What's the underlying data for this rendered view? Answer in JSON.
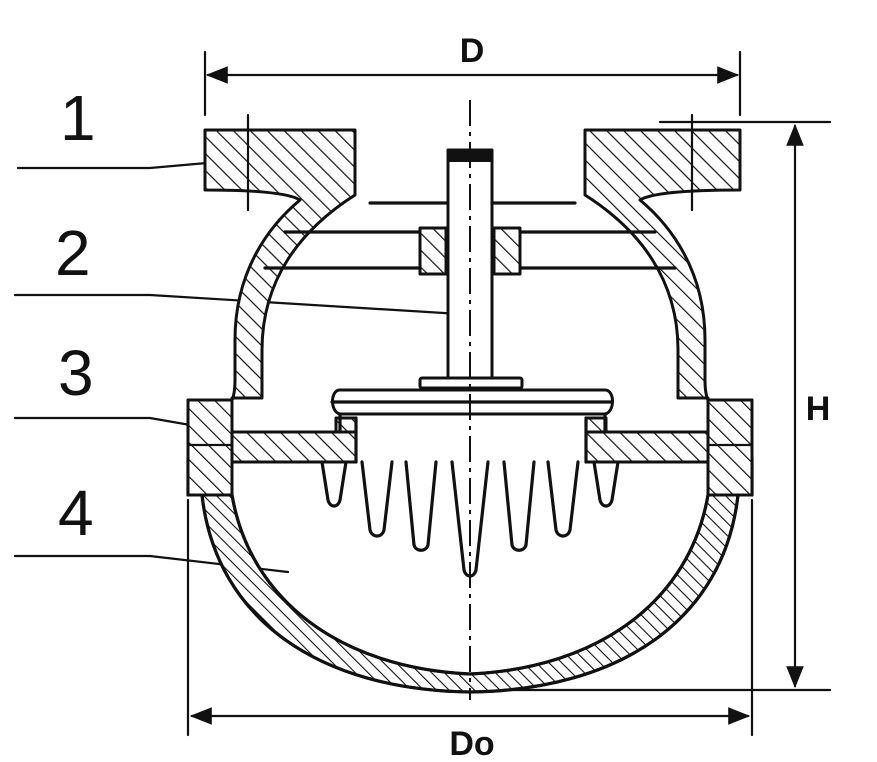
{
  "labels": {
    "dim_D": "D",
    "dim_H": "H",
    "dim_Do": "Do",
    "part_1": "1",
    "part_2": "2",
    "part_3": "3",
    "part_4": "4"
  },
  "colors": {
    "line": "#111111",
    "background": "#ffffff"
  }
}
